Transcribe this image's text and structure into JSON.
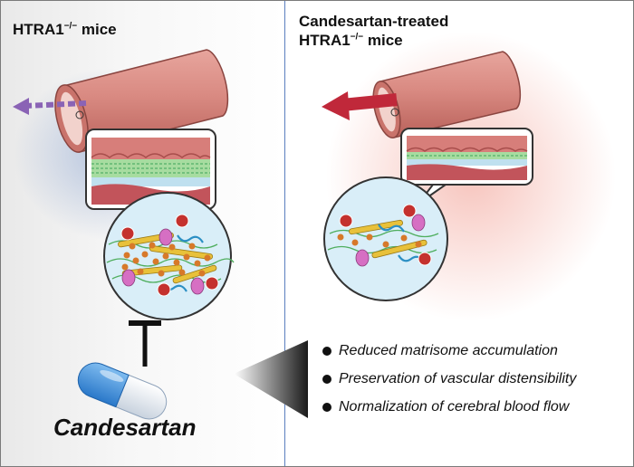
{
  "left_panel": {
    "title_main": "HTRA1",
    "title_sup": "−/−",
    "title_tail": " mice"
  },
  "right_panel": {
    "title_line1": "Candesartan-treated",
    "title_line2_main": "HTRA1",
    "title_line2_sup": "−/−",
    "title_line2_tail": " mice"
  },
  "bullets": [
    "Reduced matrisome accumulation",
    "Preservation of vascular distensibility",
    "Normalization of cerebral blood flow"
  ],
  "drug_label": "Candesartan",
  "colors": {
    "vessel": "#d98a82",
    "vessel_dark": "#b9615a",
    "arrow_weak": "#8a63b5",
    "arrow_strong": "#c0283a",
    "glow_left": "#9fb3d6",
    "glow_right": "#f5b6ad",
    "pill_blue": "#3a8fdc"
  }
}
